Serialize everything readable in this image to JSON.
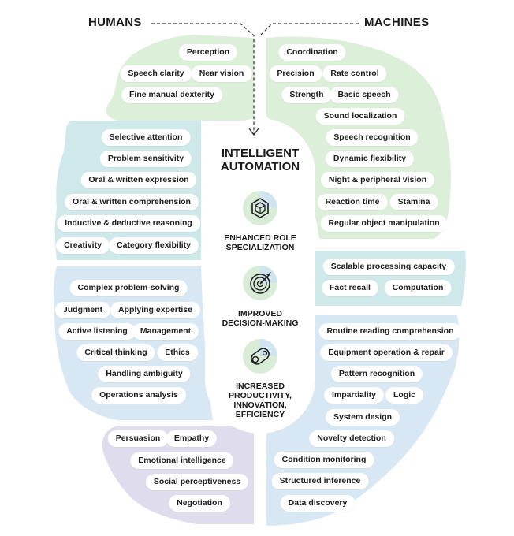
{
  "headers": {
    "humans": "HUMANS",
    "machines": "MACHINES"
  },
  "center": {
    "title_lines": [
      "INTELLIGENT",
      "AUTOMATION"
    ],
    "features": [
      {
        "icon": "cube-icon",
        "lines": [
          "ENHANCED ROLE",
          "SPECIALIZATION"
        ]
      },
      {
        "icon": "target-icon",
        "lines": [
          "IMPROVED",
          "DECISION-MAKING"
        ]
      },
      {
        "icon": "gear-chain-icon",
        "lines": [
          "INCREASED",
          "PRODUCTIVITY,",
          "INNOVATION,",
          "EFFICIENCY"
        ]
      }
    ]
  },
  "colors": {
    "green_region": "#dcefd9",
    "teal_region": "#cfe9ea",
    "blue_region": "#d7e8f4",
    "purple_region": "#dfdcee",
    "center_hub": "#ffffff"
  },
  "humans": {
    "perception": [
      "Perception",
      "Speech clarity",
      "Near vision",
      "Fine manual dexterity"
    ],
    "cognitive": [
      "Selective attention",
      "Problem sensitivity",
      "Oral & written expression",
      "Oral & written comprehension",
      "Inductive & deductive reasoning",
      "Creativity",
      "Category flexibility"
    ],
    "analytical": [
      "Complex problem-solving",
      "Judgment",
      "Applying expertise",
      "Active listening",
      "Management",
      "Critical thinking",
      "Ethics",
      "Handling ambiguity",
      "Operations analysis"
    ],
    "social": [
      "Persuasion",
      "Empathy",
      "Emotional intelligence",
      "Social perceptiveness",
      "Negotiation"
    ]
  },
  "machines": {
    "physical": [
      "Coordination",
      "Precision",
      "Rate control",
      "Strength",
      "Basic speech",
      "Sound localization",
      "Speech recognition",
      "Dynamic flexibility",
      "Night & peripheral vision",
      "Reaction time",
      "Stamina",
      "Regular object manipulation"
    ],
    "processing": [
      "Scalable processing capacity",
      "Fact recall",
      "Computation"
    ],
    "analysis": [
      "Routine reading comprehension",
      "Equipment operation & repair",
      "Pattern recognition",
      "Impartiality",
      "Logic",
      "System design",
      "Novelty detection",
      "Condition monitoring",
      "Structured inference",
      "Data discovery"
    ]
  }
}
